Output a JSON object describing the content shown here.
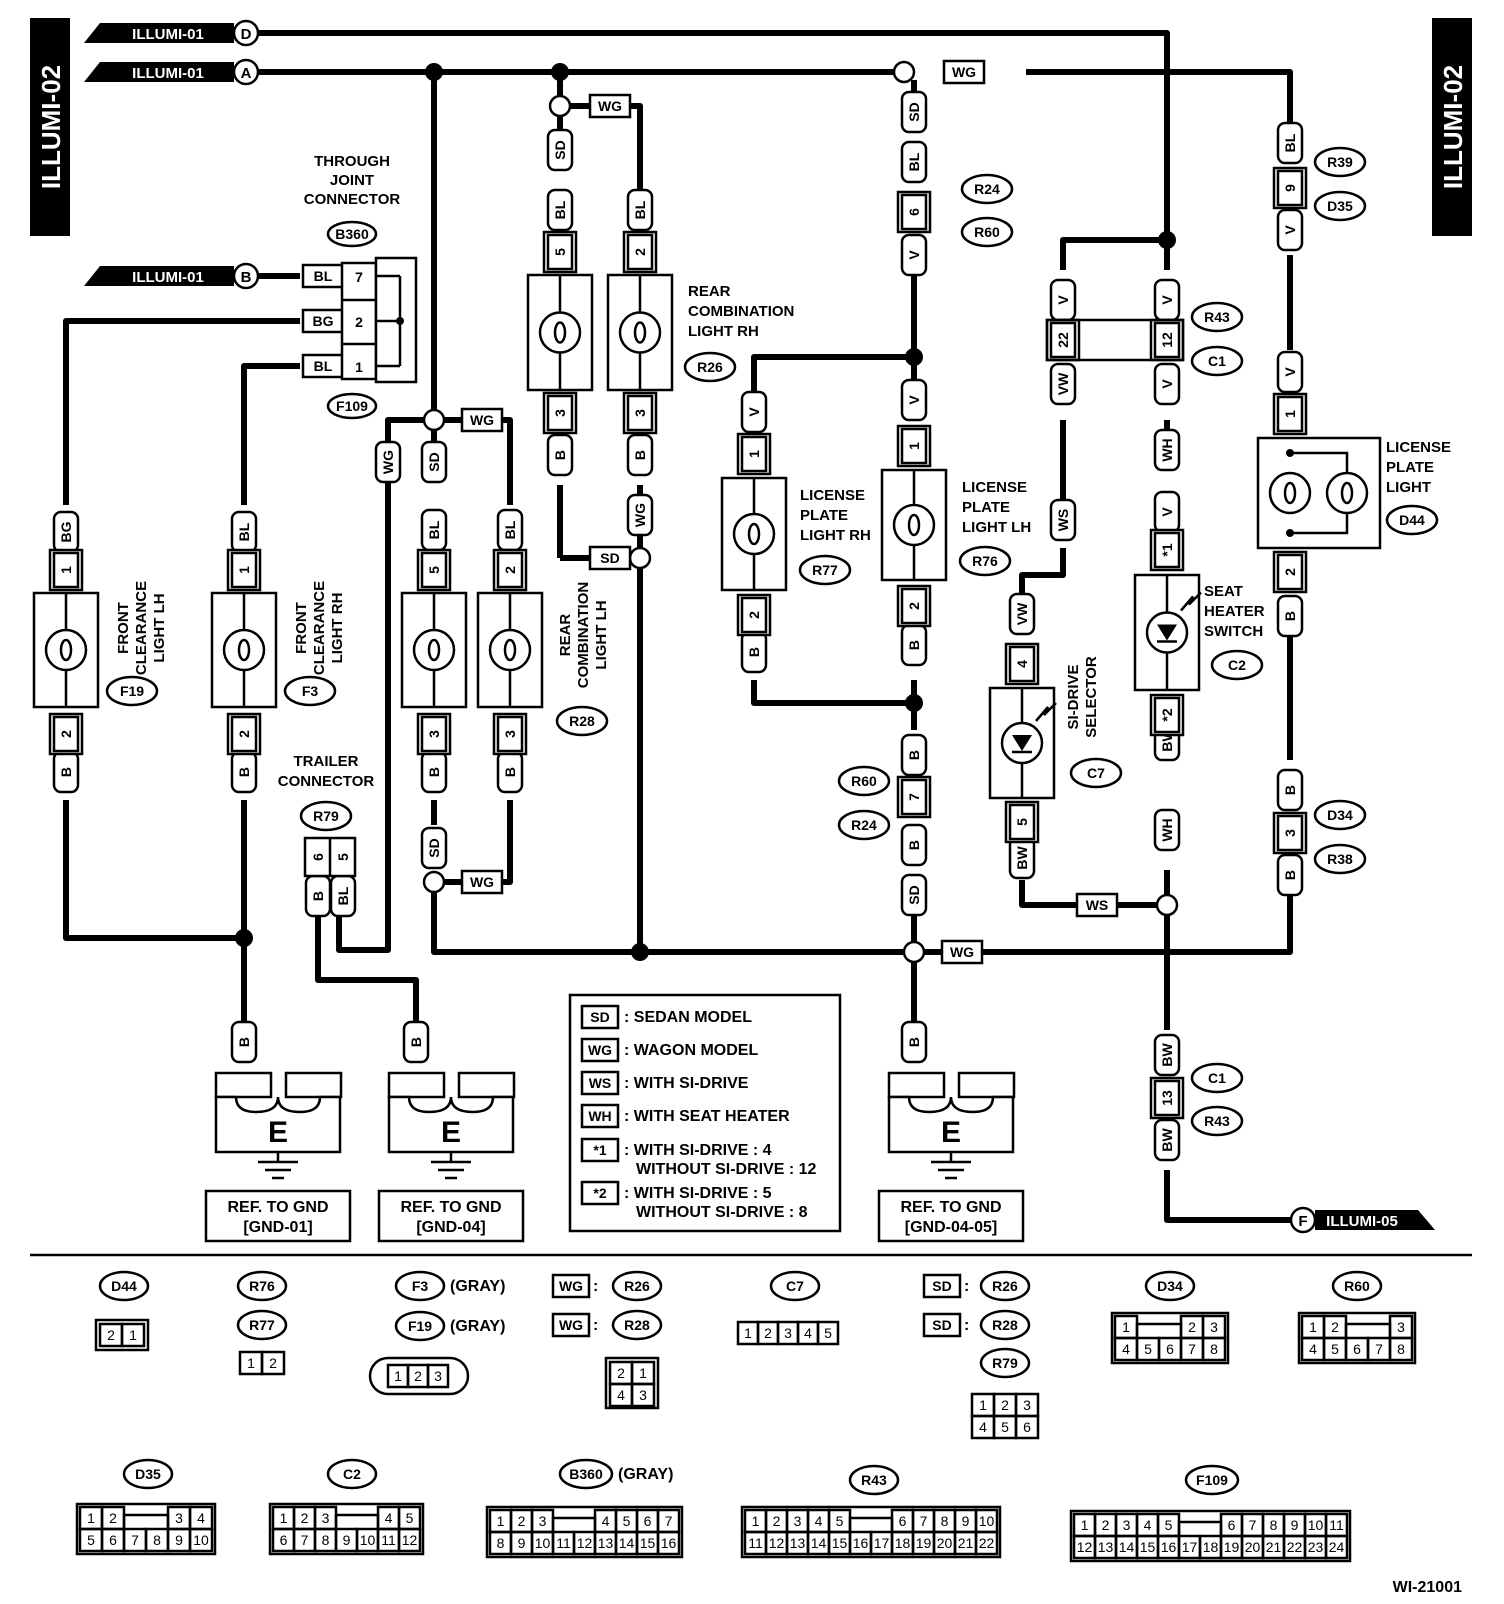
{
  "page": {
    "side_label_left": "ILLUMI-02",
    "side_label_right": "ILLUMI-02",
    "figure_id": "WI-21001"
  },
  "signals": {
    "d": {
      "name": "ILLUMI-01",
      "letter": "D"
    },
    "a": {
      "name": "ILLUMI-01",
      "letter": "A"
    },
    "b": {
      "name": "ILLUMI-01",
      "letter": "B"
    },
    "f": {
      "name": "ILLUMI-05",
      "letter": "F"
    }
  },
  "components": {
    "b360": {
      "title_1": "THROUGH",
      "title_2": "JOINT",
      "title_3": "CONNECTOR",
      "code": "B360"
    },
    "f109": {
      "code": "F109"
    },
    "f19": {
      "title_1": "FRONT",
      "title_2": "CLEARANCE",
      "title_3": "LIGHT LH",
      "code": "F19"
    },
    "f3": {
      "title_1": "FRONT",
      "title_2": "CLEARANCE",
      "title_3": "LIGHT RH",
      "code": "F3"
    },
    "r28": {
      "title_1": "REAR",
      "title_2": "COMBINATION",
      "title_3": "LIGHT LH",
      "code": "R28"
    },
    "r26": {
      "title_1": "REAR",
      "title_2": "COMBINATION",
      "title_3": "LIGHT RH",
      "code": "R26"
    },
    "r77": {
      "title_1": "LICENSE",
      "title_2": "PLATE",
      "title_3": "LIGHT RH",
      "code": "R77"
    },
    "r76": {
      "title_1": "LICENSE",
      "title_2": "PLATE",
      "title_3": "LIGHT LH",
      "code": "R76"
    },
    "d44": {
      "title_1": "LICENSE",
      "title_2": "PLATE",
      "title_3": "LIGHT",
      "code": "D44"
    },
    "c7": {
      "title_1": "SI-DRIVE",
      "title_2": "SELECTOR",
      "code": "C7"
    },
    "c2": {
      "title_1": "SEAT",
      "title_2": "HEATER",
      "title_3": "SWITCH",
      "code": "C2"
    },
    "r79": {
      "title_1": "TRAILER",
      "title_2": "CONNECTOR",
      "code": "R79"
    }
  },
  "connector_codes": {
    "r24_top": "R24",
    "r60_top": "R60",
    "r39": "R39",
    "d35": "D35",
    "r43_top": "R43",
    "c1_top": "C1",
    "r60_bot": "R60",
    "r24_bot": "R24",
    "d34": "D34",
    "r38": "R38",
    "c1_bot": "C1",
    "r43_bot": "R43"
  },
  "grounds": [
    {
      "letter": "E",
      "ref_1": "REF. TO GND",
      "ref_2": "[GND-01]"
    },
    {
      "letter": "E",
      "ref_1": "REF. TO GND",
      "ref_2": "[GND-04]"
    },
    {
      "letter": "E",
      "ref_1": "REF. TO GND",
      "ref_2": "[GND-04-05]"
    }
  ],
  "legend": [
    {
      "key": "SD",
      "text": ": SEDAN MODEL"
    },
    {
      "key": "WG",
      "text": ": WAGON MODEL"
    },
    {
      "key": "WS",
      "text": ": WITH SI-DRIVE"
    },
    {
      "key": "WH",
      "text": ": WITH SEAT HEATER"
    },
    {
      "key": "*1",
      "text": ": WITH SI-DRIVE          : 4",
      "text2": "WITHOUT SI-DRIVE  : 12"
    },
    {
      "key": "*2",
      "text": ": WITH SI-DRIVE          : 5",
      "text2": "WITHOUT SI-DRIVE  : 8"
    }
  ],
  "wire_codes": {
    "bl": "BL",
    "bg": "BG",
    "b": "B",
    "sd": "SD",
    "wg": "WG",
    "v": "V",
    "vw": "VW",
    "ws": "WS",
    "wh": "WH",
    "bw": "BW"
  },
  "pins": {
    "b360": [
      "7",
      "2",
      "1"
    ],
    "f19": [
      "1",
      "2"
    ],
    "f3": [
      "1",
      "2"
    ],
    "r28": [
      "5",
      "3"
    ],
    "r28b": [
      "2",
      "3"
    ],
    "r26": [
      "5",
      "3"
    ],
    "r26b": [
      "2",
      "3"
    ],
    "r77": [
      "1",
      "2"
    ],
    "r76": [
      "1",
      "2"
    ],
    "r24_top": "6",
    "r60_bot": "7",
    "r39": "9",
    "r43_top": [
      "22",
      "12"
    ],
    "d44": [
      "1",
      "2"
    ],
    "c7": [
      "4",
      "5"
    ],
    "c2": [
      "*1",
      "*2"
    ],
    "d34": "3",
    "r43_bot": "13",
    "r79": [
      "6",
      "5"
    ]
  },
  "connector_views": {
    "d44": {
      "code": "D44",
      "cells": [
        "2",
        "1"
      ]
    },
    "r76": {
      "code": "R76"
    },
    "r77": {
      "code": "R77",
      "cells": [
        "1",
        "2"
      ]
    },
    "f3": {
      "code": "F3",
      "note": "(GRAY)"
    },
    "f19": {
      "code": "F19",
      "note": "(GRAY)",
      "cells": [
        "1",
        "2",
        "3"
      ]
    },
    "r26wg": {
      "prefix": "WG",
      "code": "R26"
    },
    "r28wg": {
      "prefix": "WG",
      "code": "R28",
      "cells": [
        "2",
        "1",
        "4",
        "3"
      ]
    },
    "c7": {
      "code": "C7",
      "cells": [
        "1",
        "2",
        "3",
        "4",
        "5"
      ]
    },
    "r26sd": {
      "prefix": "SD",
      "code": "R26"
    },
    "r28sd": {
      "prefix": "SD",
      "code": "R28"
    },
    "r79": {
      "code": "R79",
      "cells": [
        "1",
        "2",
        "3",
        "4",
        "5",
        "6"
      ]
    },
    "d34": {
      "code": "D34",
      "top": [
        "1",
        "2",
        "3"
      ],
      "bottom": [
        "4",
        "5",
        "6",
        "7",
        "8"
      ]
    },
    "r60": {
      "code": "R60",
      "top": [
        "1",
        "2",
        "3"
      ],
      "bottom": [
        "4",
        "5",
        "6",
        "7",
        "8"
      ]
    },
    "d35": {
      "code": "D35",
      "top": [
        "1",
        "2",
        "3",
        "4"
      ],
      "bottom": [
        "5",
        "6",
        "7",
        "8",
        "9",
        "10"
      ]
    },
    "c2": {
      "code": "C2",
      "top": [
        "1",
        "2",
        "3",
        "4",
        "5"
      ],
      "bottom": [
        "6",
        "7",
        "8",
        "9",
        "10",
        "11",
        "12"
      ]
    },
    "b360": {
      "code": "B360",
      "note": "(GRAY)",
      "top": [
        "1",
        "2",
        "3",
        "4",
        "5",
        "6",
        "7"
      ],
      "bottom": [
        "8",
        "9",
        "10",
        "11",
        "12",
        "13",
        "14",
        "15",
        "16"
      ]
    },
    "r43": {
      "code": "R43",
      "top": [
        "1",
        "2",
        "3",
        "4",
        "5",
        "6",
        "7",
        "8",
        "9",
        "10"
      ],
      "bottom": [
        "11",
        "12",
        "13",
        "14",
        "15",
        "16",
        "17",
        "18",
        "19",
        "20",
        "21",
        "22"
      ]
    },
    "f109": {
      "code": "F109",
      "top": [
        "1",
        "2",
        "3",
        "4",
        "5",
        "6",
        "7",
        "8",
        "9",
        "10",
        "11"
      ],
      "bottom": [
        "12",
        "13",
        "14",
        "15",
        "16",
        "17",
        "18",
        "19",
        "20",
        "21",
        "22",
        "23",
        "24"
      ]
    }
  }
}
